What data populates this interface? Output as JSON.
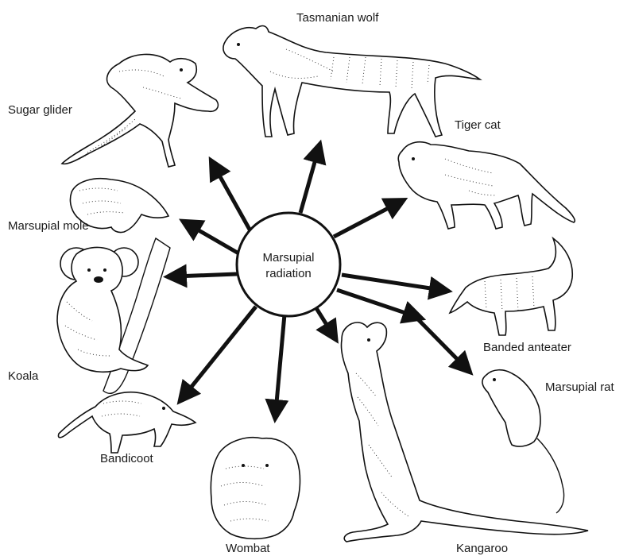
{
  "center": {
    "line1": "Marsupial",
    "line2": "radiation"
  },
  "animals": [
    {
      "id": "tasmanian-wolf",
      "label": "Tasmanian wolf"
    },
    {
      "id": "sugar-glider",
      "label": "Sugar glider"
    },
    {
      "id": "tiger-cat",
      "label": "Tiger cat"
    },
    {
      "id": "marsupial-mole",
      "label": "Marsupial mole"
    },
    {
      "id": "banded-anteater",
      "label": "Banded anteater"
    },
    {
      "id": "koala",
      "label": "Koala"
    },
    {
      "id": "marsupial-rat",
      "label": "Marsupial rat"
    },
    {
      "id": "bandicoot",
      "label": "Bandicoot"
    },
    {
      "id": "wombat",
      "label": "Wombat"
    },
    {
      "id": "kangaroo",
      "label": "Kangaroo"
    }
  ],
  "colors": {
    "ink": "#111111",
    "background": "#ffffff"
  }
}
